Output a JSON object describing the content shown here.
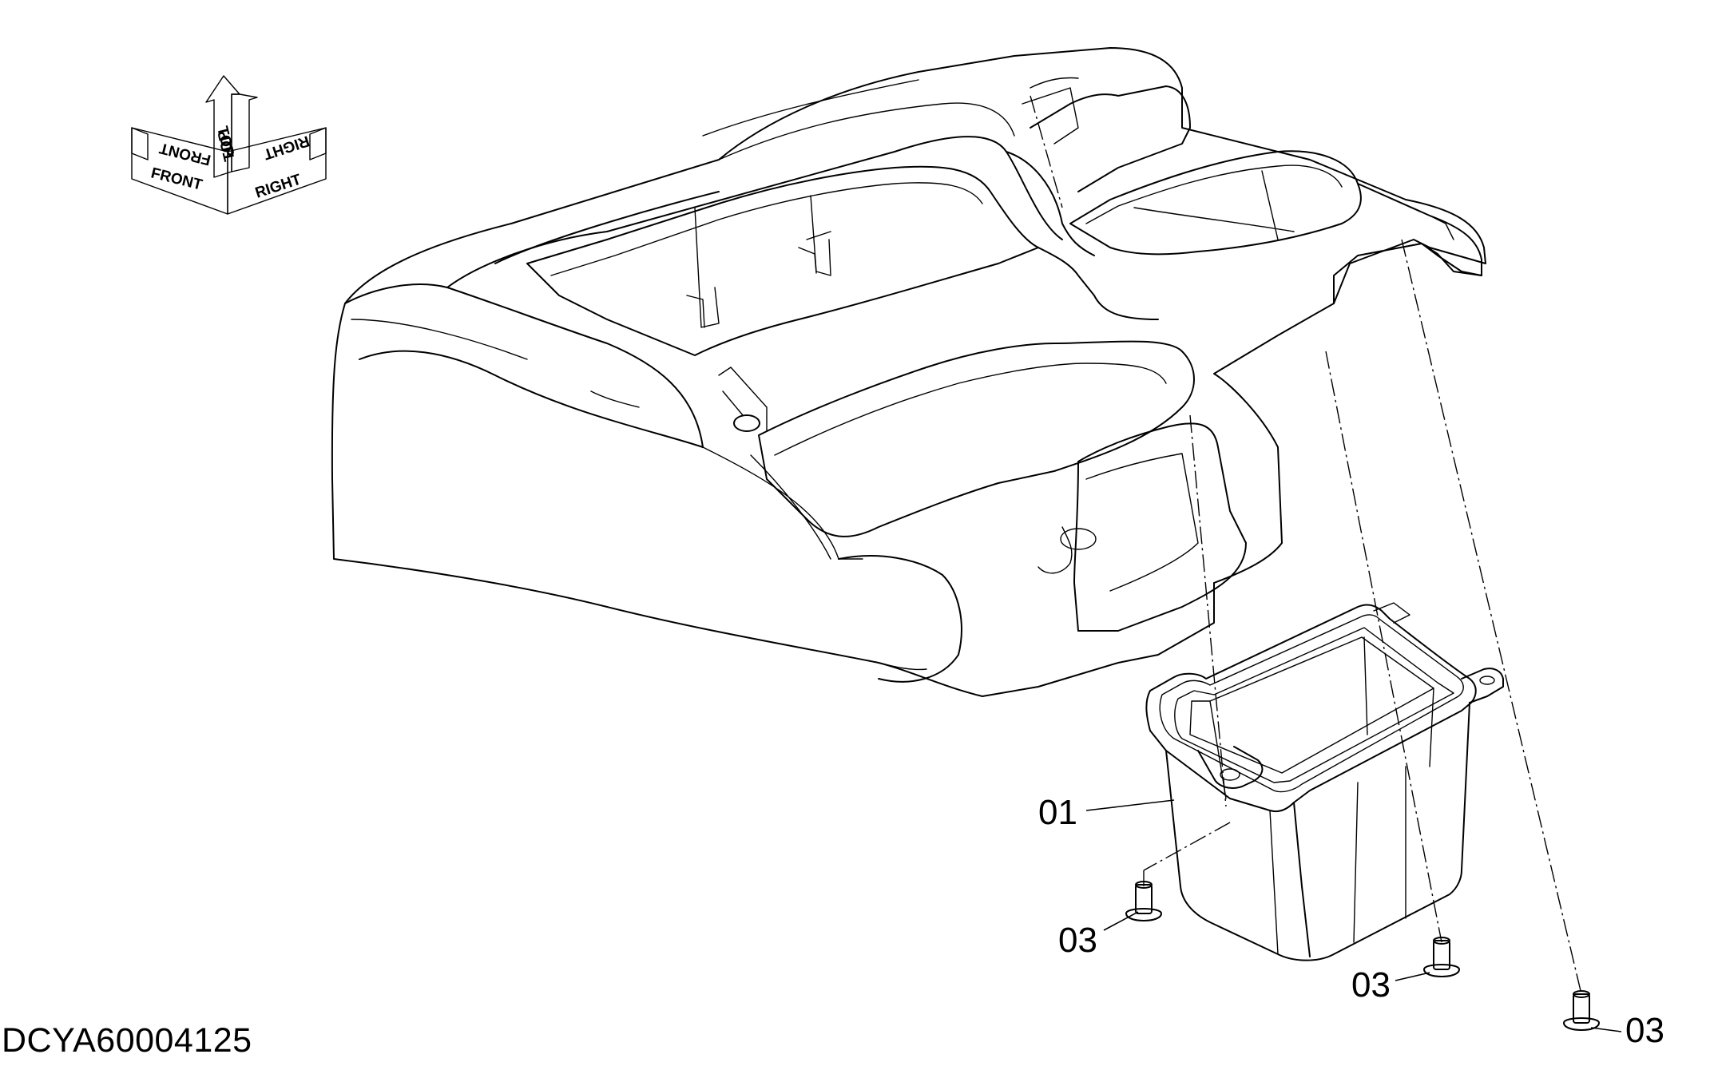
{
  "orientation_indicator": {
    "labels": {
      "front": "FRONT",
      "top": "TOP",
      "right": "RIGHT"
    }
  },
  "parts": [
    {
      "callout": "01",
      "name": "box"
    },
    {
      "callout": "03",
      "name": "bolt"
    },
    {
      "callout": "03",
      "name": "bolt"
    },
    {
      "callout": "03",
      "name": "bolt"
    }
  ],
  "drawing_code": "DCYA60004125"
}
